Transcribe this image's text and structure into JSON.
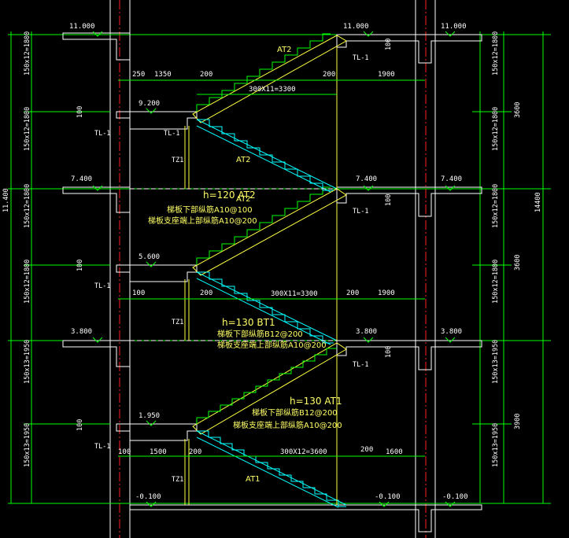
{
  "elevations": [
    "11.000",
    "11.000",
    "11.000",
    "9.200",
    "7.400",
    "7.400",
    "7.400",
    "5.600",
    "3.800",
    "3.800",
    "3.800",
    "1.950",
    "-0.100",
    "-0.100",
    "-0.100"
  ],
  "left_dims": [
    "150x12=1800",
    "150x12=1800",
    "150x12=1800",
    "150x12=1800",
    "150x13=1950",
    "150x13=1950"
  ],
  "right_dims": [
    "150x12=1800",
    "150x12=1800",
    "150x12=1800",
    "150x12=1800",
    "150x13=1950",
    "150x13=1950"
  ],
  "story_dims": [
    "3600",
    "3600",
    "3900"
  ],
  "total_dim": "14400",
  "left_top_dim": "11.400",
  "horizontal_dims": {
    "row1": [
      "250",
      "1350",
      "200",
      "200",
      "1900"
    ],
    "run1": "300X11=3300",
    "row2": [
      "100",
      "200",
      "200",
      "1900"
    ],
    "run2": "300X11=3300",
    "row3": [
      "100",
      "1500",
      "200",
      "200",
      "1600"
    ],
    "run3": "300X12=3600"
  },
  "verticals": [
    "100",
    "100",
    "100",
    "100",
    "100",
    "100"
  ],
  "beam_labels": [
    "TL-1",
    "TL-1",
    "TL-1",
    "TL-1",
    "TL-1",
    "TL-1",
    "TL-1"
  ],
  "column_labels": [
    "TZ1",
    "TZ1",
    "TZ1"
  ],
  "stair_labels": [
    "AT2",
    "AT2",
    "AT2",
    "AT1"
  ],
  "notes": [
    {
      "h": "h=120",
      "type": "AT2",
      "line1": "梯板下部纵筋A10@100",
      "line2": "梯板支座端上部纵筋A10@200"
    },
    {
      "h": "h=130",
      "type": "BT1",
      "line1": "梯板下部纵筋B12@200",
      "line2": "梯板支座端上部纵筋A10@200"
    },
    {
      "h": "h=130",
      "type": "AT1",
      "line1": "梯板下部纵筋B12@200",
      "line2": "梯板支座端上部纵筋A10@200"
    }
  ]
}
